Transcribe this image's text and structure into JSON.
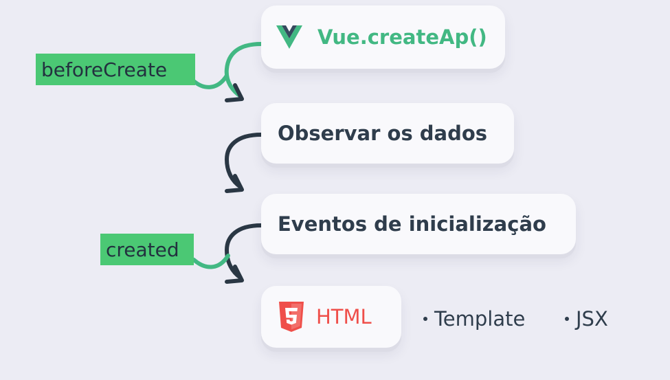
{
  "steps": {
    "create_app": "Vue.createAp()",
    "observe_data": "Observar os dados",
    "init_events": "Eventos de inicialização",
    "html": "HTML"
  },
  "hooks": {
    "before_create": "beforeCreate",
    "created": "created"
  },
  "render_options": [
    "Template",
    "JSX"
  ],
  "icons": {
    "vue_logo": "vue-logo-icon",
    "html5_logo": "html5-logo-icon"
  },
  "colors": {
    "background": "#ececf4",
    "card": "#f9f9fc",
    "vue_green": "#42b883",
    "vue_dark": "#35495e",
    "hook_green": "#4bc874",
    "arrow_dark": "#2a3744",
    "html_red": "#ef4f4a",
    "text_dark": "#2f3d4c"
  }
}
